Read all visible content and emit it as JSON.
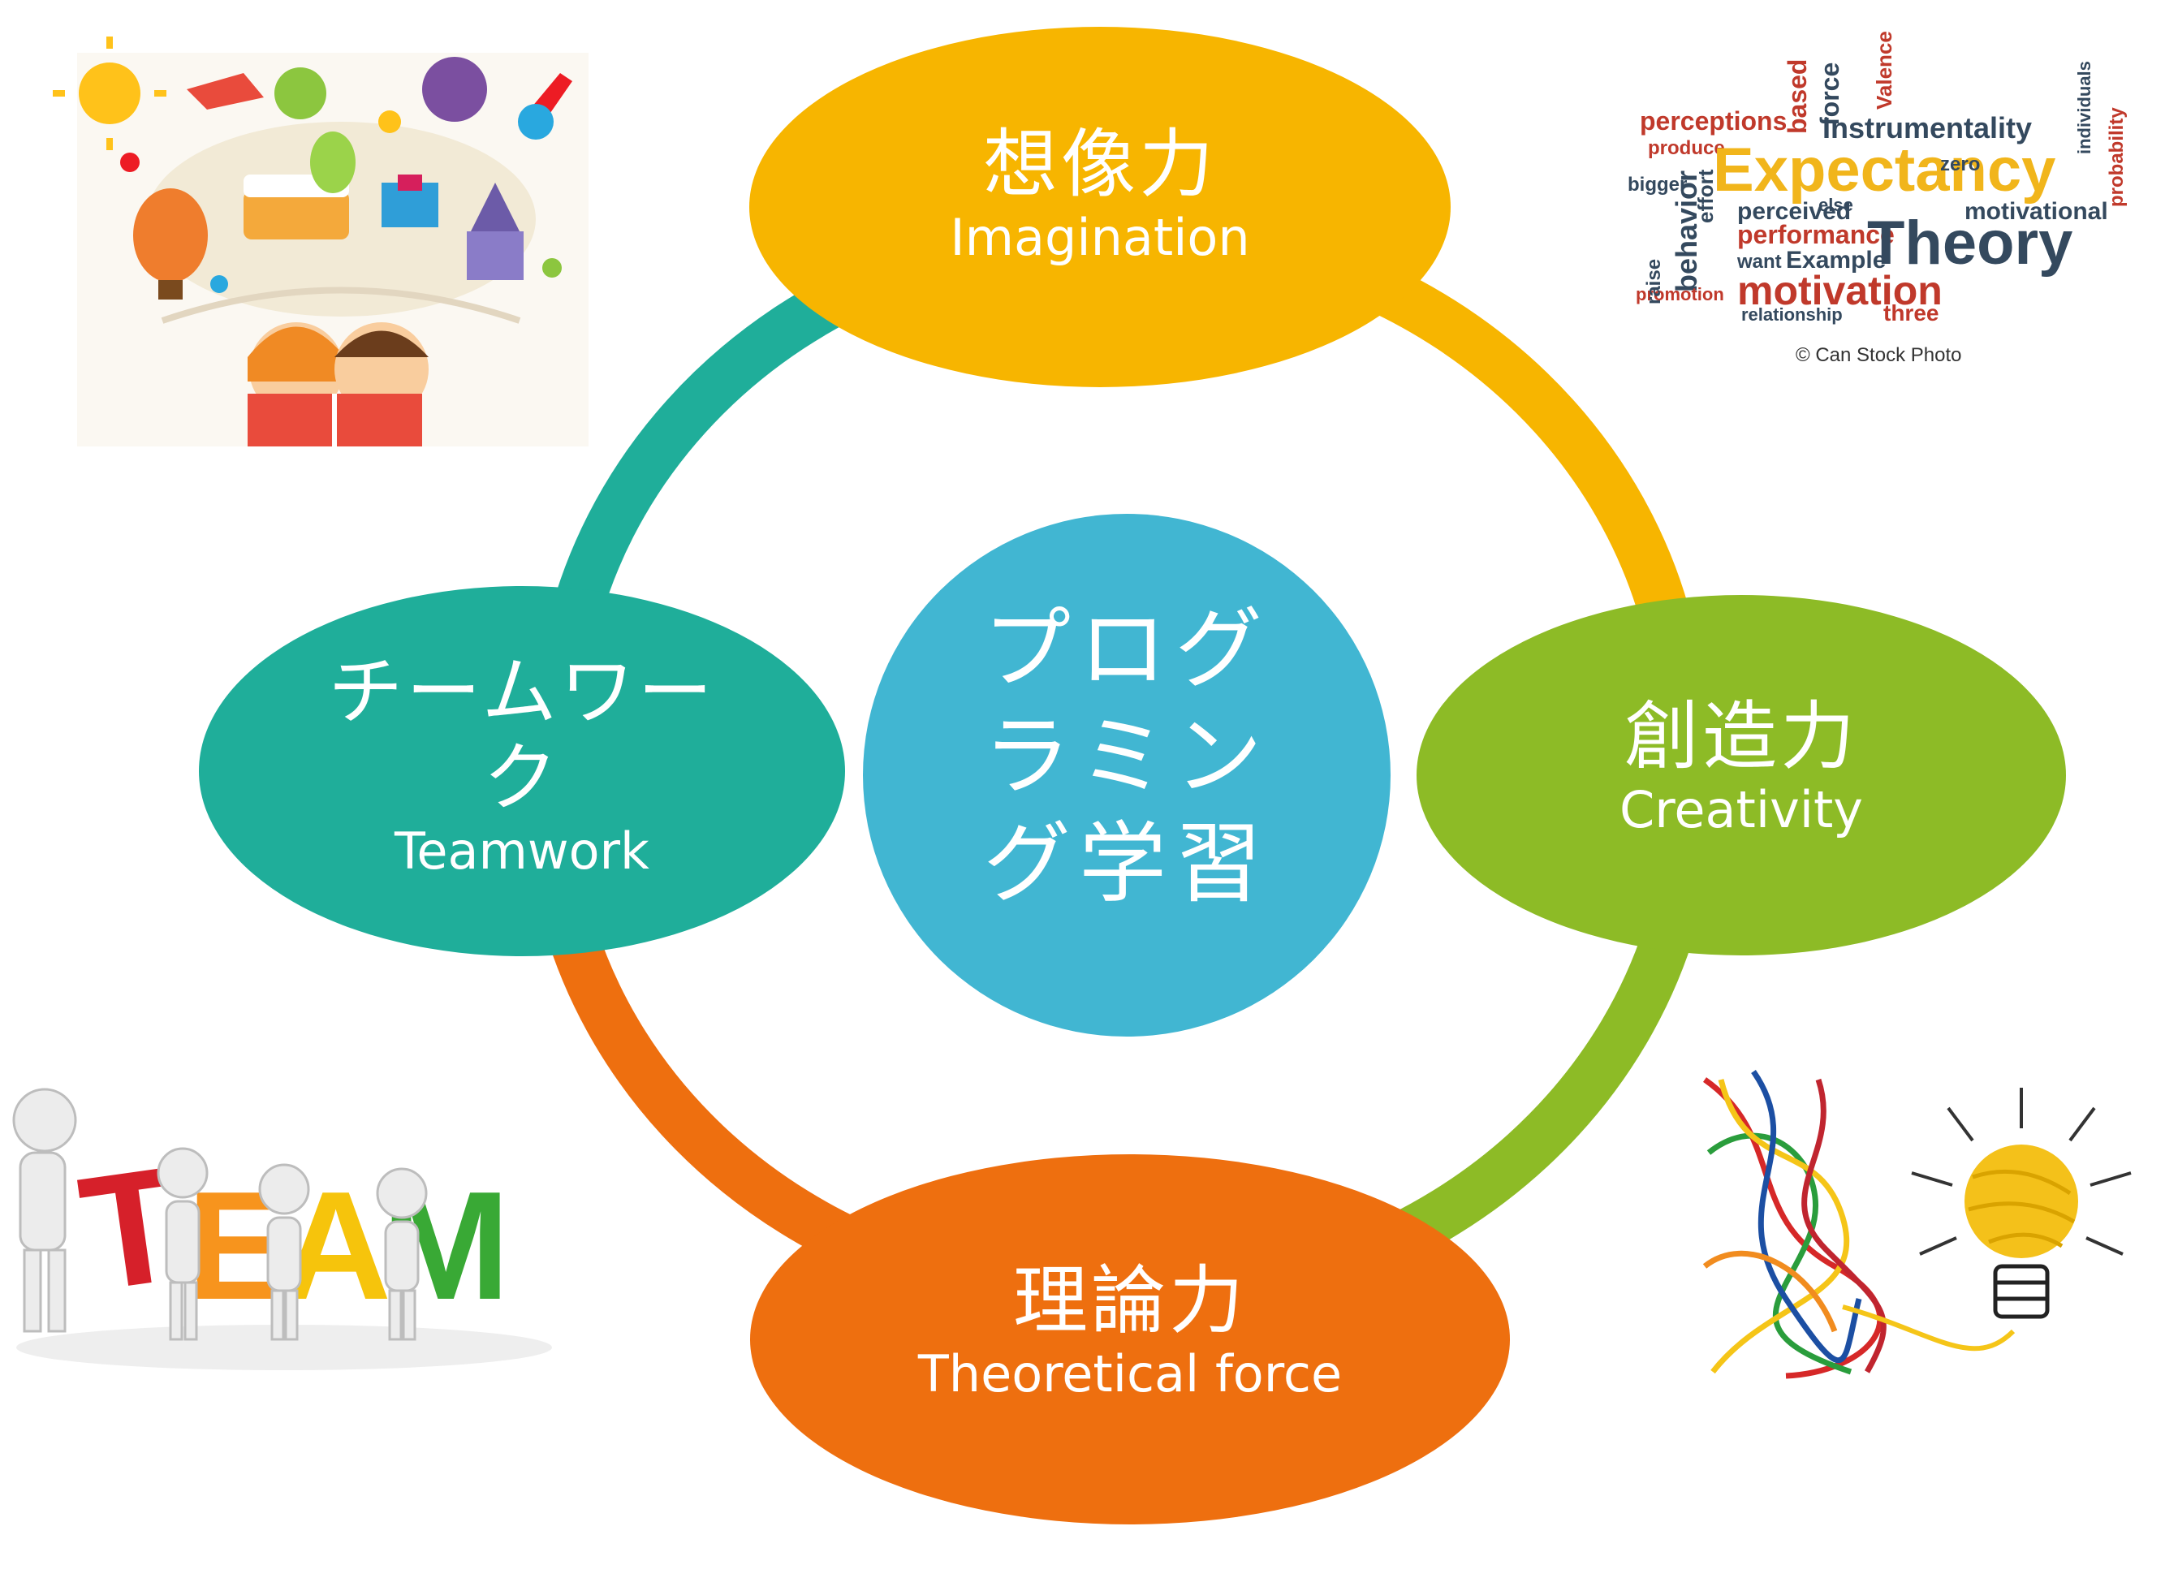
{
  "center": {
    "title": "プログラミング学習",
    "color": "#41b6d2"
  },
  "nodes": {
    "imagination": {
      "jp": "想像力",
      "en": "Imagination",
      "color": "#f7b500"
    },
    "creativity": {
      "jp": "創造力",
      "en": "Creativity",
      "color": "#8dbb26"
    },
    "theory": {
      "jp": "理論力",
      "en": "Theoretical force",
      "color": "#ee6f0f"
    },
    "teamwork": {
      "jp": "チームワーク",
      "en": "Teamwork",
      "color": "#1fae9a"
    }
  },
  "images": {
    "team_figure": {
      "letters": [
        "T",
        "E",
        "A",
        "M"
      ]
    },
    "word_cloud": {
      "words": [
        "perceptions",
        "Instrumentality",
        "produce",
        "Expectancy",
        "bigger",
        "behavior",
        "perceived",
        "motivational",
        "performance",
        "Theory",
        "Example",
        "want",
        "promotion",
        "motivation",
        "relationship",
        "three",
        "force",
        "based",
        "Valence",
        "probability",
        "raise",
        "effort",
        "individuals",
        "zero",
        "else"
      ],
      "credit": "© Can Stock Photo"
    }
  }
}
